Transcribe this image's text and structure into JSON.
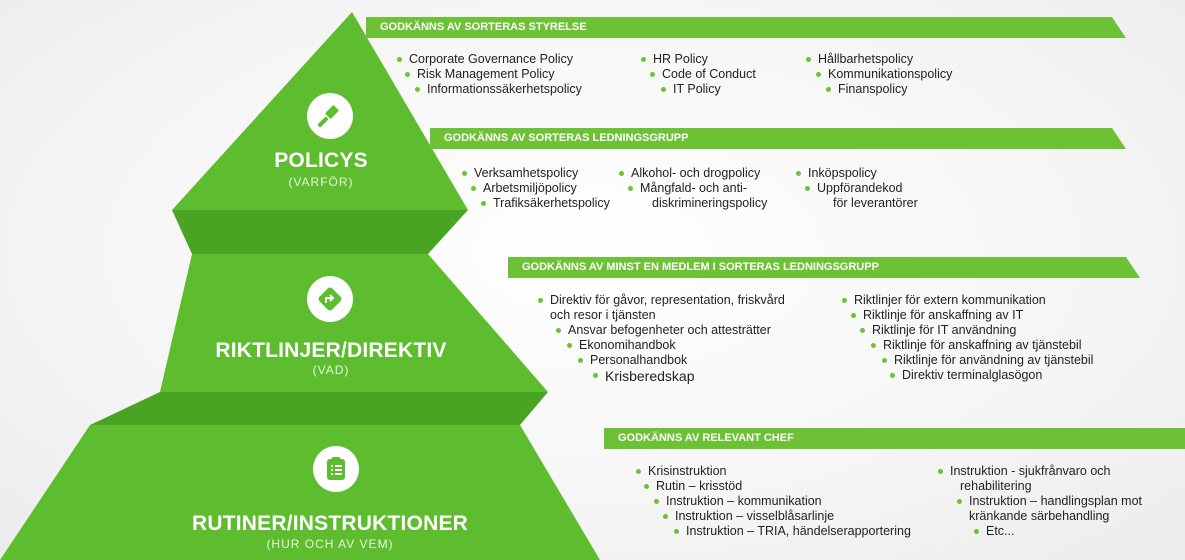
{
  "tiers": [
    {
      "title": "POLICYS",
      "subtitle": "(VARFÖR)",
      "icon": "gavel-icon"
    },
    {
      "title": "RIKTLINJER/DIREKTIV",
      "subtitle": "(VAD)",
      "icon": "direction-sign-icon"
    },
    {
      "title": "RUTINER/INSTRUKTIONER",
      "subtitle": "(HUR OCH AV VEM)",
      "icon": "clipboard-list-icon"
    }
  ],
  "sections": {
    "board": {
      "header": "GODKÄNNS AV SORTERAS STYRELSE",
      "col1": [
        "Corporate Governance Policy",
        "Risk Management Policy",
        "Informationssäkerhetspolicy"
      ],
      "col2": [
        "HR Policy",
        "Code of Conduct",
        "IT Policy"
      ],
      "col3": [
        "Hållbarhetspolicy",
        "Kommunikationspolicy",
        "Finanspolicy"
      ]
    },
    "management": {
      "header": "GODKÄNNS AV SORTERAS LEDNINGSGRUPP",
      "col1": [
        "Verksamhetspolicy",
        "Arbetsmiljöpolicy",
        "Trafiksäkerhetspolicy"
      ],
      "col2": [
        "Alkohol- och drogpolicy",
        "Mångfald- och anti-",
        "diskrimineringspolicy"
      ],
      "col3": [
        "Inköpspolicy",
        "Uppförandekod",
        "för leverantörer"
      ]
    },
    "member": {
      "header": "GODKÄNNS AV MINST EN MEDLEM I SORTERAS LEDNINGSGRUPP",
      "col1": [
        "Direktiv för gåvor, representation, friskvård",
        "och resor i tjänsten",
        "Ansvar befogenheter och attesträtter",
        "Ekonomihandbok",
        "Personalhandbok",
        "Krisberedskap"
      ],
      "col2": [
        "Riktlinjer för extern kommunikation",
        "Riktlinje för anskaffning av IT",
        "Riktlinje för IT användning",
        "Riktlinje för anskaffning av tjänstebil",
        "Riktlinje för användning av tjänstebil",
        "Direktiv terminalglasögon"
      ]
    },
    "manager": {
      "header": "GODKÄNNS AV RELEVANT CHEF",
      "col1": [
        "Krisinstruktion",
        "Rutin – krisstöd",
        "Instruktion – kommunikation",
        "Instruktion – visselblåsarlinje",
        "Instruktion – TRIA, händelserapportering"
      ],
      "col2": [
        "Instruktion - sjukfrånvaro och",
        "rehabilitering",
        "Instruktion – handlingsplan mot",
        "kränkande särbehandling",
        "Etc..."
      ]
    }
  },
  "colors": {
    "accent": "#6cc234",
    "tier_green": "#5dbd2e",
    "band_green": "#4aa424"
  }
}
